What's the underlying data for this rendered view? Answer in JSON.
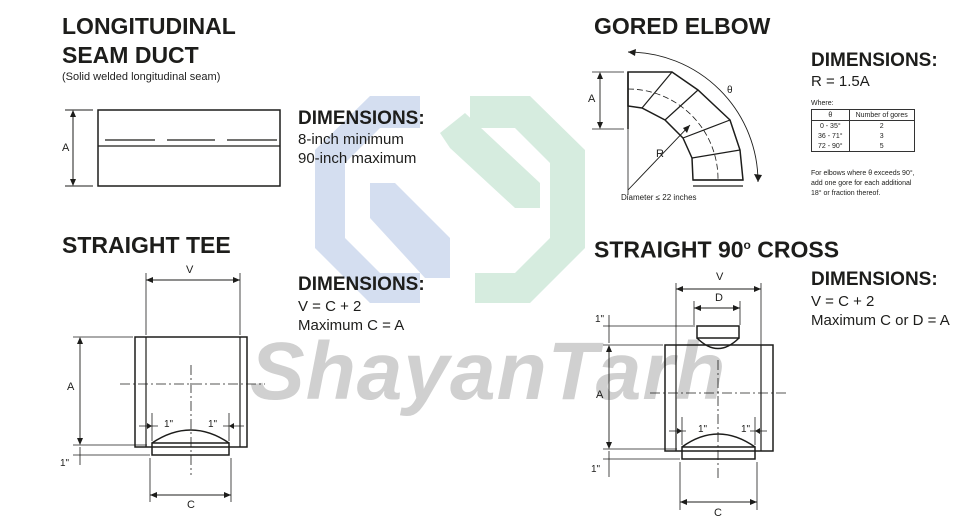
{
  "watermark": "ShayanTarh",
  "longitudinal": {
    "title_line1": "LONGITUDINAL",
    "title_line2": "SEAM DUCT",
    "subtitle": "(Solid welded longitudinal seam)",
    "dim_label": "A",
    "dimensions_heading": "DIMENSIONS:",
    "dimensions": [
      "8-inch minimum",
      "90-inch maximum"
    ]
  },
  "gored_elbow": {
    "title": "GORED ELBOW",
    "dim_a": "A",
    "dim_r": "R",
    "theta": "θ",
    "diameter_note": "Diameter ≤ 22 inches",
    "dimensions_heading": "DIMENSIONS:",
    "dimensions": [
      "R = 1.5A"
    ],
    "where_label": "Where:",
    "table_headers": [
      "θ",
      "Number of gores"
    ],
    "table_rows": [
      [
        "0 - 35°",
        "2"
      ],
      [
        "36 - 71°",
        "3"
      ],
      [
        "72 - 90°",
        "5"
      ]
    ],
    "note": [
      "For elbows where θ exceeds 90°,",
      "add one gore for each additional",
      "18° or fraction thereof."
    ]
  },
  "straight_tee": {
    "title": "STRAIGHT TEE",
    "dim_v": "V",
    "dim_a": "A",
    "dim_c": "C",
    "dim_1in_left": "1\"",
    "dim_1in_right": "1\"",
    "dim_1in_bottom": "1\"",
    "dimensions_heading": "DIMENSIONS:",
    "dimensions": [
      "V = C + 2",
      "Maximum C = A"
    ]
  },
  "straight_cross": {
    "title": "STRAIGHT 90",
    "title_degree": "o",
    "title_suffix": " CROSS",
    "dim_v": "V",
    "dim_d": "D",
    "dim_a": "A",
    "dim_c": "C",
    "dim_1in_top": "1\"",
    "dim_1in_left": "1\"",
    "dim_1in_right": "1\"",
    "dim_1in_bottom": "1\"",
    "dimensions_heading": "DIMENSIONS:",
    "dimensions": [
      "V = C + 2",
      "Maximum C or D = A"
    ]
  },
  "colors": {
    "ink": "#1d1d1b",
    "logo_blue": "#d4def0",
    "logo_green": "#d6ecdf",
    "watermark_gray": "#c8c8c8"
  }
}
